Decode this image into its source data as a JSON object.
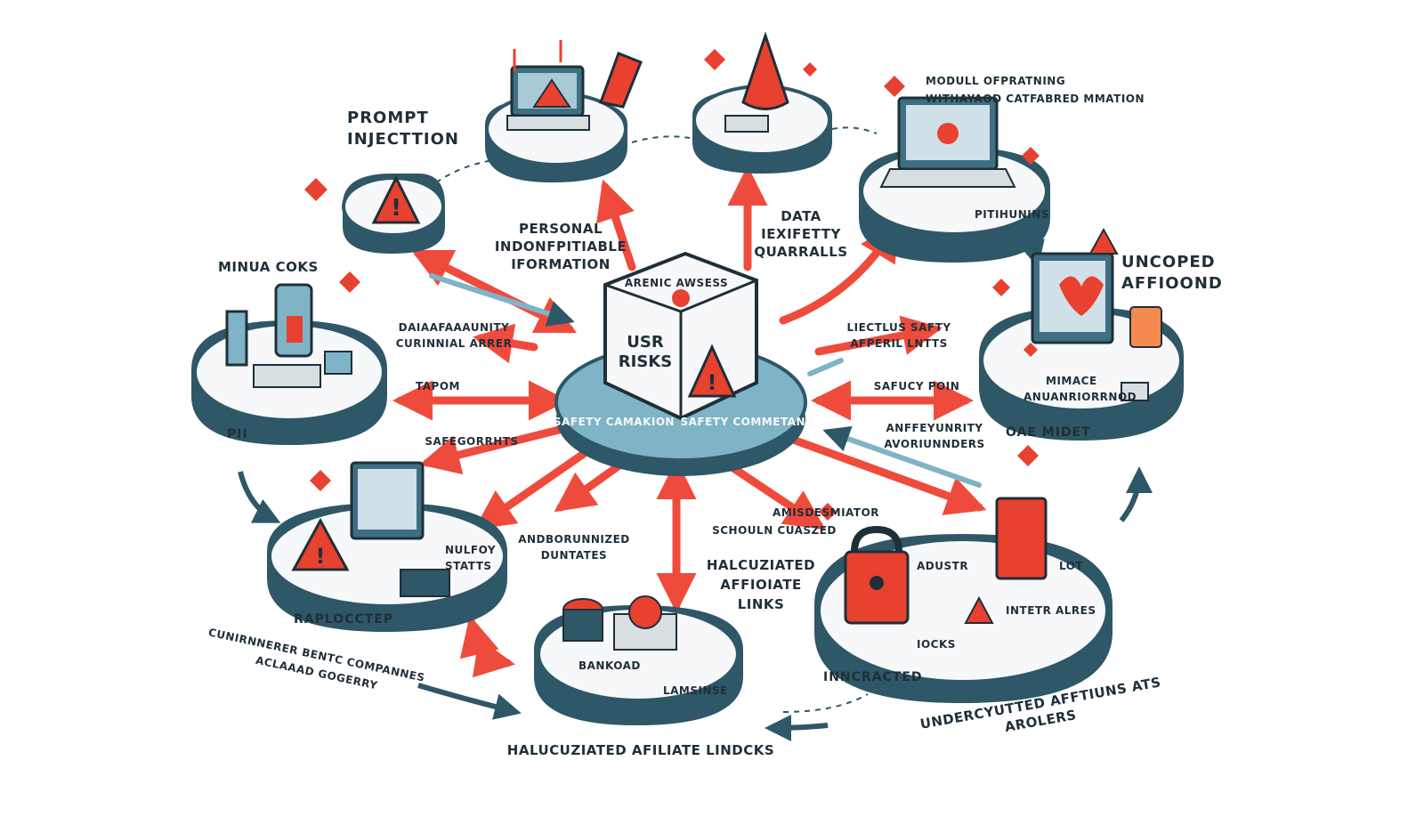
{
  "center": {
    "cube_top_text": "ARENIC AWSESS",
    "cube_title_line1": "USR",
    "cube_title_line2": "RISKS",
    "base_left_text": "SAFETY CAMAKION",
    "base_right_text": "SAFETY COMMETAND"
  },
  "labels": {
    "prompt_injection_line1": "PROMPT",
    "prompt_injection_line2": "INJECTTION",
    "pii_top_line1": "PERSONAL",
    "pii_top_line2": "INDONFPITIABLE",
    "pii_top_line3": "IFORMATION",
    "data_line1": "DATA",
    "data_line2": "IEXIFETTY",
    "data_line3": "QUARRALLS",
    "model_line1": "MODULL OFPRATNING",
    "model_line2": "WITHAYAOD CATFABRED MMATION",
    "minua_coks": "MINUA COKS",
    "uncoped_line1": "UNCOPED",
    "uncoped_line2": "AFFIOOND",
    "criminal_line1": "DAIAAFAAAUNITY",
    "criminal_line2": "CURINNIAL ARRER",
    "lietjus_line1": "LIECTLUS SAFTY",
    "lietjus_line2": "AFPERIL LNTTS",
    "tapom": "TAPOM",
    "safucy_poin": "SAFUCY POIN",
    "safeguards": "SAFEGORRHTS",
    "amfeyurity_line1": "ANFFEYUNRITY",
    "amfeyurity_line2": "AVORIUNNDERS",
    "andboratnized_line1": "ANDBORUNNIZED",
    "andboratnized_line2": "DUNTATES",
    "amisdesmiator": "AMISDESMIATOR",
    "schouln_cuaszed": "SCHOULN CUASZED",
    "hallucinated_center_line1": "HALCUZIATED",
    "hallucinated_center_line2": "AFFIOIATE",
    "hallucinated_center_line3": "LINKS",
    "left_bottom_line1": "CUNIRNNERER BENTC COMPANNES",
    "left_bottom_line2": "ACLAAAD GOGERRY",
    "hallucinated_bottom": "HALUCUZIATED AFILIATE LINDCKS",
    "unrecyutted_line1": "UNDERCYUTTED AFFTIUNS ATS",
    "unrecyutted_line2": "AROLERS"
  },
  "platforms": {
    "pii": "PII",
    "raplocctep": "RAPLOCCTEP",
    "inncracted": "INNCRACTED",
    "oae_midet": "OAE MIDET",
    "nulfoy_line1": "NULFOY",
    "nulfoy_line2": "STATTS",
    "mimace_line1": "MIMACE",
    "mimace_line2": "ANUANRIORRNOD",
    "bankoad": "BANKOAD",
    "lamsinse": "LAMSINSE",
    "iocks": "IOCKS",
    "adustr": "ADUSTR",
    "intetr_alres": "INTETR ALRES",
    "lot": "LOT",
    "pitihunins": "PITIHUNINS"
  },
  "colors": {
    "arrow": "#ef4b3c",
    "platform_teal": "#2e5767",
    "platform_top": "#f6f8f9",
    "accent_blue": "#7fb3c6",
    "warning_red": "#e8412f",
    "ink": "#1f2f38"
  }
}
